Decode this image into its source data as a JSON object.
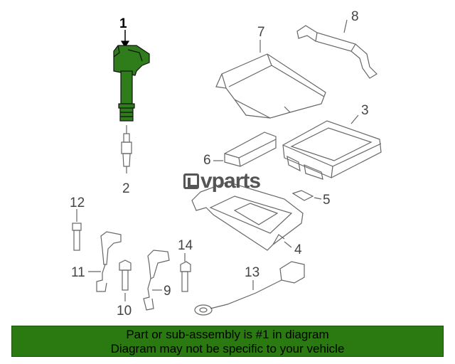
{
  "watermark": {
    "text": "vparts"
  },
  "callouts": [
    {
      "id": "1",
      "label": "1",
      "highlight": true
    },
    {
      "id": "2",
      "label": "2"
    },
    {
      "id": "3",
      "label": "3"
    },
    {
      "id": "4",
      "label": "4"
    },
    {
      "id": "5",
      "label": "5"
    },
    {
      "id": "6",
      "label": "6"
    },
    {
      "id": "7",
      "label": "7"
    },
    {
      "id": "8",
      "label": "8"
    },
    {
      "id": "9",
      "label": "9"
    },
    {
      "id": "10",
      "label": "10"
    },
    {
      "id": "11",
      "label": "11"
    },
    {
      "id": "12",
      "label": "12"
    },
    {
      "id": "13",
      "label": "13"
    },
    {
      "id": "14",
      "label": "14"
    }
  ],
  "banner": {
    "line1": "Part or sub-assembly is #1 in diagram",
    "line2": "Diagram may not be specific to your vehicle"
  },
  "colors": {
    "highlight": "#2e7d1a",
    "banner": "#2a7a11",
    "line": "#555555"
  }
}
